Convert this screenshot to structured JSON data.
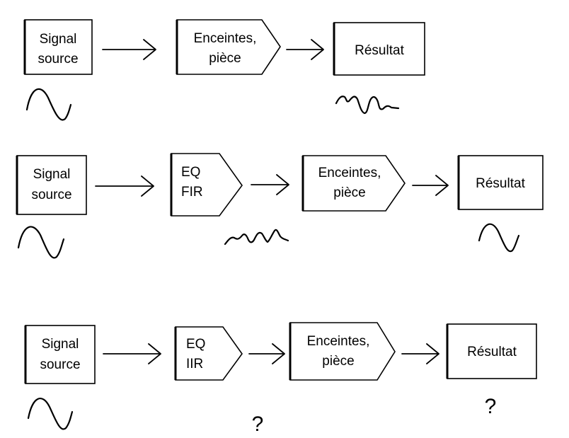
{
  "rows": [
    {
      "nodes": [
        {
          "kind": "box",
          "lines": [
            "Signal",
            "source"
          ]
        },
        {
          "kind": "pentagon",
          "lines": [
            "Enceintes,",
            "pièce"
          ]
        },
        {
          "kind": "box",
          "lines": [
            "Résultat"
          ]
        }
      ],
      "marks": [
        {
          "kind": "sine-wave",
          "under": "signal-source"
        },
        {
          "kind": "distorted-wave",
          "under": "result"
        }
      ]
    },
    {
      "nodes": [
        {
          "kind": "box",
          "lines": [
            "Signal",
            "source"
          ]
        },
        {
          "kind": "pentagon",
          "lines": [
            "EQ",
            "FIR"
          ]
        },
        {
          "kind": "pentagon",
          "lines": [
            "Enceintes,",
            "pièce"
          ]
        },
        {
          "kind": "box",
          "lines": [
            "Résultat"
          ]
        }
      ],
      "marks": [
        {
          "kind": "sine-wave",
          "under": "signal-source"
        },
        {
          "kind": "distorted-wave",
          "under": "equalizer"
        },
        {
          "kind": "sine-wave",
          "under": "result"
        }
      ]
    },
    {
      "nodes": [
        {
          "kind": "box",
          "lines": [
            "Signal",
            "source"
          ]
        },
        {
          "kind": "pentagon",
          "lines": [
            "EQ",
            "IIR"
          ]
        },
        {
          "kind": "pentagon",
          "lines": [
            "Enceintes,",
            "pièce"
          ]
        },
        {
          "kind": "box",
          "lines": [
            "Résultat"
          ]
        }
      ],
      "marks": [
        {
          "kind": "sine-wave",
          "under": "signal-source"
        },
        {
          "kind": "question-mark",
          "under": "equalizer",
          "text": "?"
        },
        {
          "kind": "question-mark",
          "under": "result",
          "text": "?"
        }
      ]
    }
  ]
}
